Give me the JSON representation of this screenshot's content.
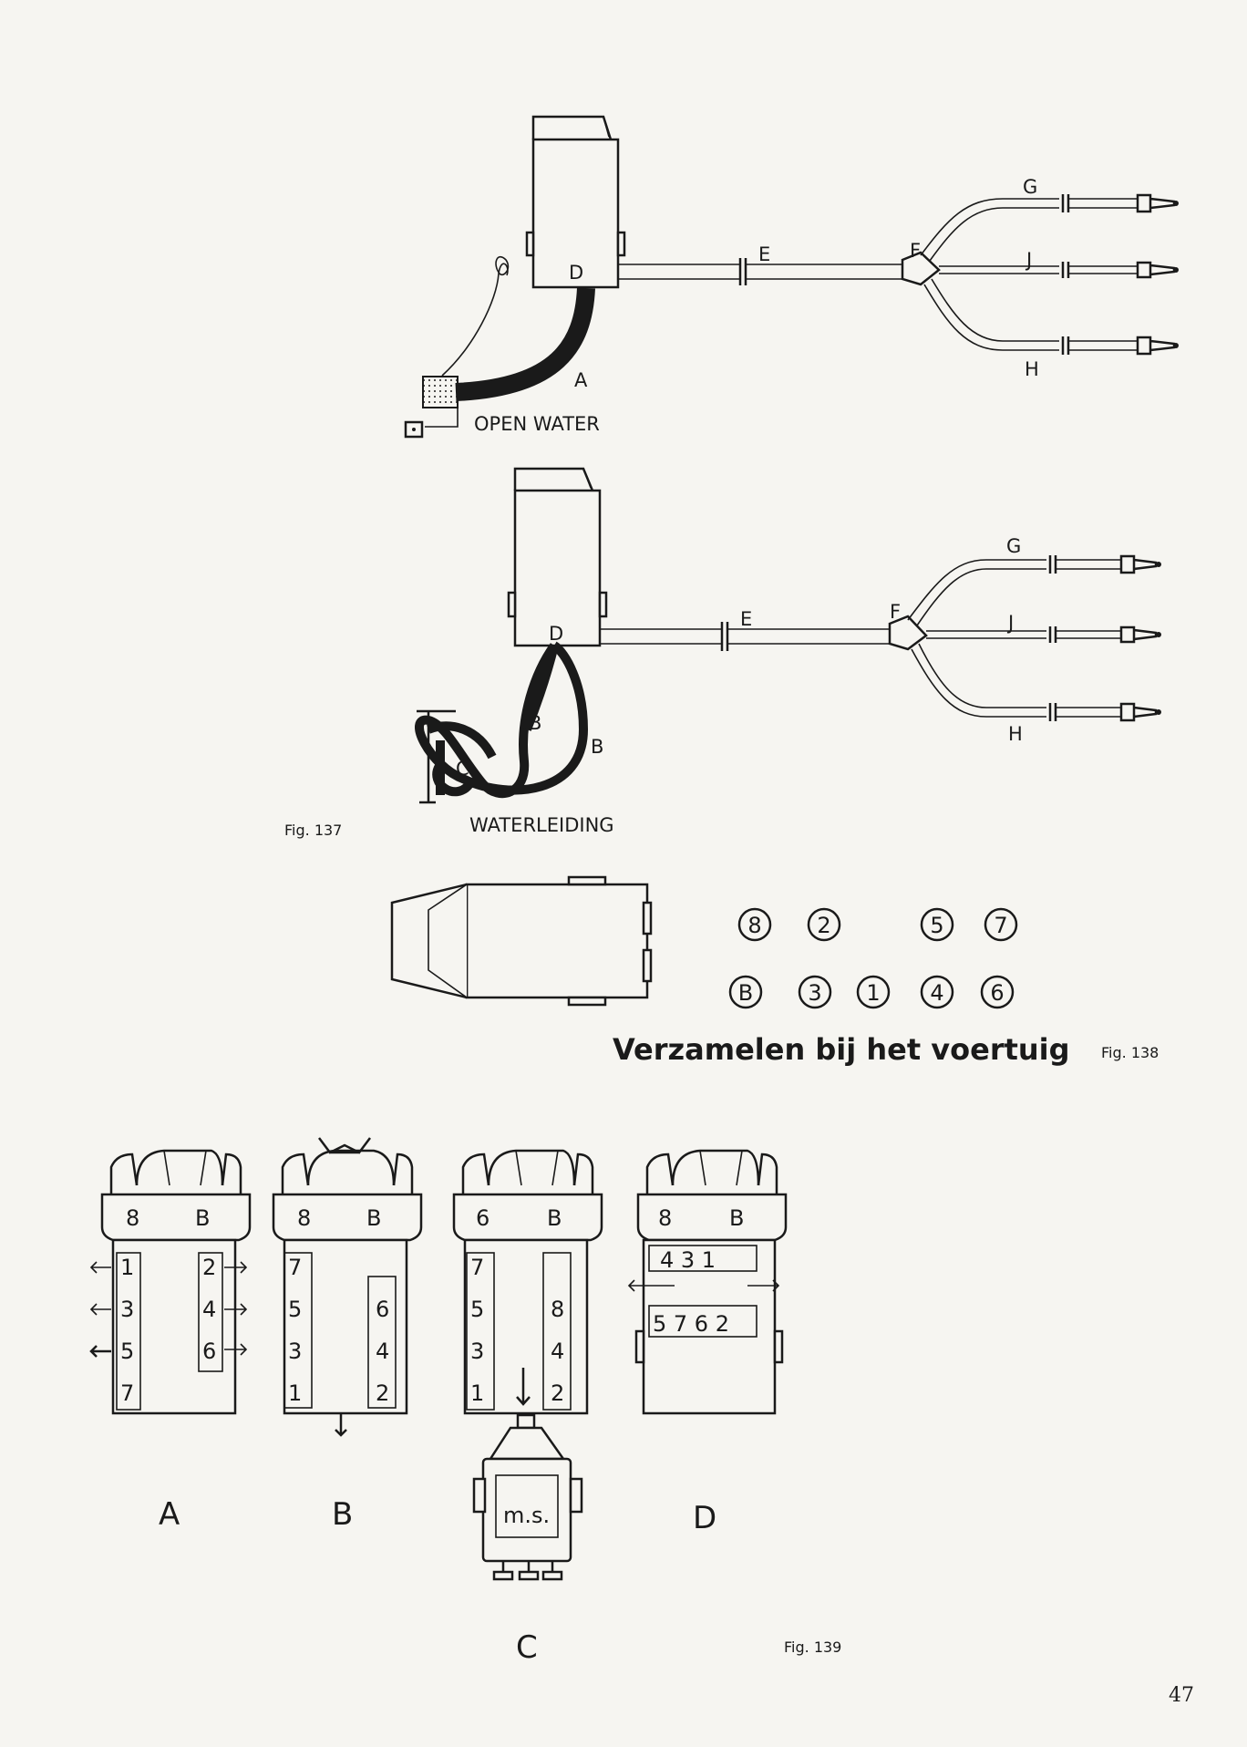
{
  "fig137": {
    "caption": "Fig. 137",
    "top": {
      "label_D": "D",
      "label_E": "E",
      "label_F": "F",
      "label_G": "G",
      "label_J": "J",
      "label_H": "H",
      "label_A": "A",
      "source": "OPEN WATER"
    },
    "bottom": {
      "label_D": "D",
      "label_E": "E",
      "label_F": "F",
      "label_G": "G",
      "label_J": "J",
      "label_H": "H",
      "label_B1": "B",
      "label_B2": "B",
      "label_C": "C",
      "source": "WATERLEIDING"
    }
  },
  "fig138": {
    "caption": "Fig. 138",
    "row1": [
      "8",
      "2",
      "5",
      "7"
    ],
    "row2": [
      "B",
      "3",
      "1",
      "4",
      "6"
    ],
    "text": "Verzamelen bij het voertuig"
  },
  "fig139": {
    "caption": "Fig. 139",
    "A": {
      "label": "A",
      "cab_left": "8",
      "cab_right": "B",
      "left": [
        "1",
        "3",
        "5",
        "7"
      ],
      "right": [
        "2",
        "4",
        "6"
      ]
    },
    "B": {
      "label": "B",
      "cab_left": "8",
      "cab_right": "B",
      "left": [
        "7",
        "5",
        "3",
        "1"
      ],
      "right": [
        "6",
        "4",
        "2"
      ]
    },
    "C": {
      "label": "C",
      "cab_left": "6",
      "cab_right": "B",
      "left": [
        "7",
        "5",
        "3",
        "1"
      ],
      "right": [
        "8",
        "4",
        "2"
      ],
      "pump": "m.s."
    },
    "D": {
      "label": "D",
      "cab_left": "8",
      "cab_right": "B",
      "row_top": "4 3 1",
      "row_bottom": "5 7 6 2"
    }
  },
  "page_number": "47"
}
